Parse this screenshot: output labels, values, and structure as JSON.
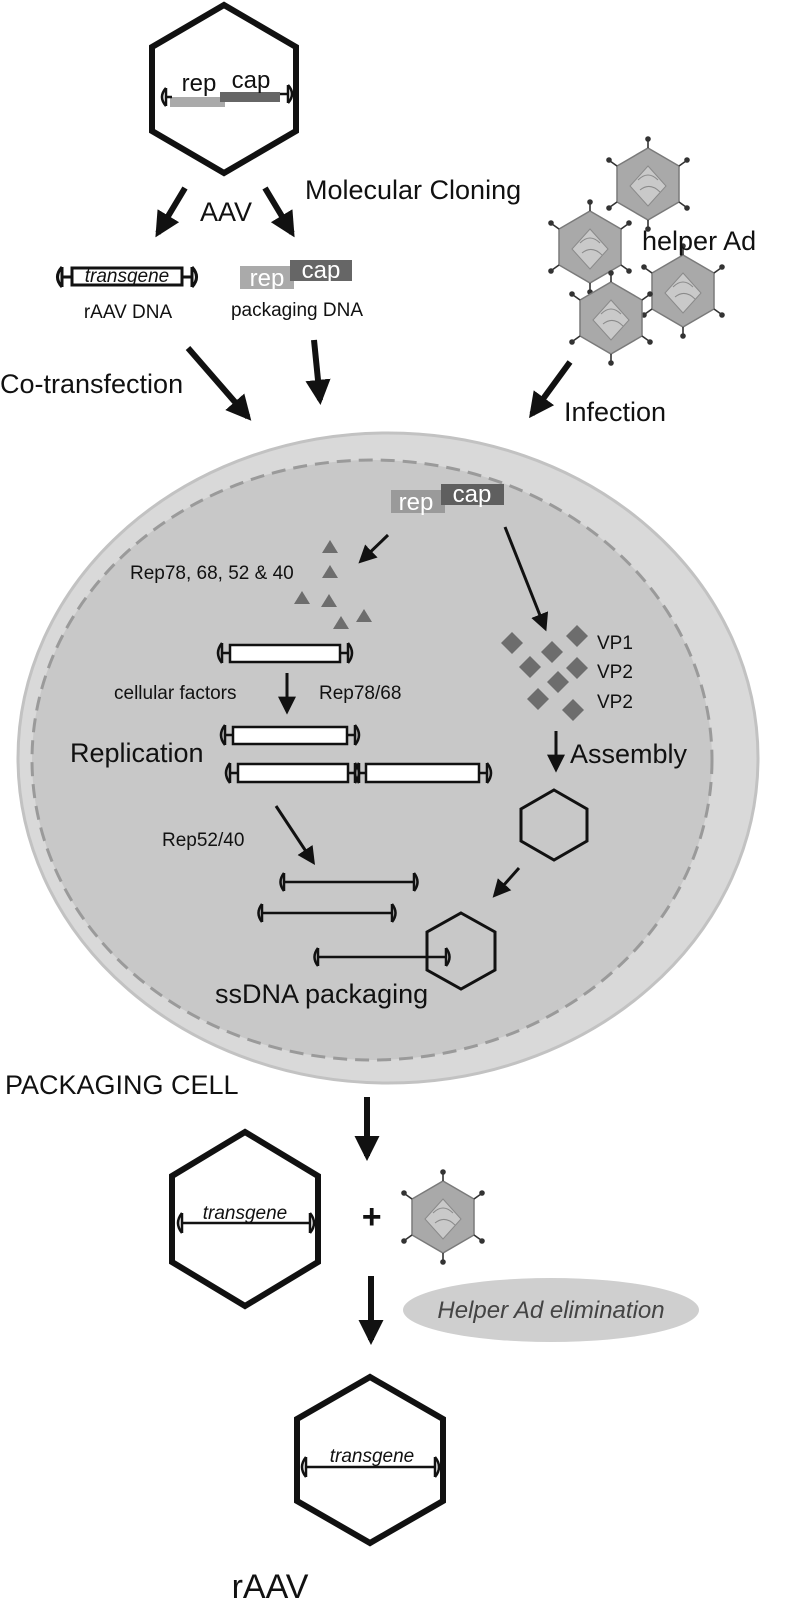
{
  "top": {
    "rep": "rep",
    "cap": "cap",
    "aav": "AAV",
    "molecular_cloning": "Molecular Cloning",
    "transgene": "transgene",
    "raav_dna": "rAAV DNA",
    "packaging_dna": "packaging DNA",
    "helper_ad": "helper Ad",
    "co_transfection": "Co-transfection",
    "infection": "Infection"
  },
  "cell": {
    "rep": "rep",
    "cap": "cap",
    "rep_proteins": "Rep78, 68, 52 & 40",
    "cellular_factors": "cellular factors",
    "rep78_68": "Rep78/68",
    "replication": "Replication",
    "rep52_40": "Rep52/40",
    "vp1": "VP1",
    "vp2a": "VP2",
    "vp2b": "VP2",
    "assembly": "Assembly",
    "ssdna_packaging": "ssDNA packaging"
  },
  "bottom": {
    "packaging_cell": "PACKAGING CELL",
    "plus": "+",
    "transgene_mid": "transgene",
    "helper_elim": "Helper Ad elimination",
    "transgene_final": "transgene",
    "raav": "rAAV"
  },
  "colors": {
    "cell_outer": "#d9d9d9",
    "cell_inner": "#c8c8c8",
    "rep_box": "#9a9a9a",
    "cap_box": "#5f5f5f",
    "protein": "#6d6d6d"
  }
}
